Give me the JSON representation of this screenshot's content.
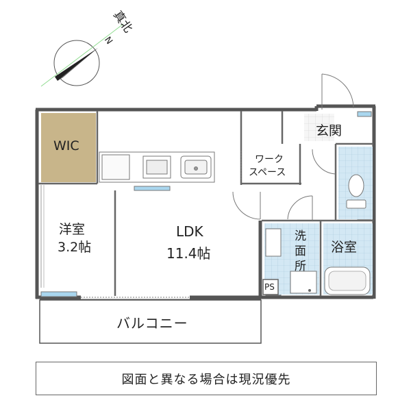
{
  "compass": {
    "true_north_label": "真北",
    "n_label": "N"
  },
  "rooms": {
    "wic": "WIC",
    "youshitsu_name": "洋室",
    "youshitsu_size": "3.2帖",
    "ldk_name": "LDK",
    "ldk_size": "11.4帖",
    "work_space_line1": "ワーク",
    "work_space_line2": "スペース",
    "genkan": "玄関",
    "senmenjo_chars": [
      "洗",
      "面",
      "所"
    ],
    "yokushitsu": "浴室",
    "ps": "PS",
    "balcony": "バルコニー"
  },
  "notice": "図面と異なる場合は現況優先",
  "colors": {
    "wic_fill": "#c8b58a",
    "tile_fill": "#cfe6f3",
    "window_fill": "#a9d6ee",
    "wall": "#555555"
  }
}
